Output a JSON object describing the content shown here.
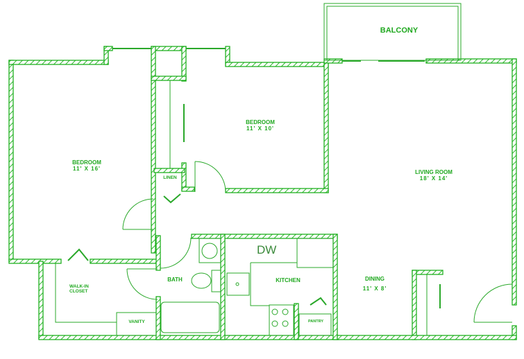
{
  "plan": {
    "wall_color": "#1fb01f",
    "text_color": "#1fa81f",
    "background": "#ffffff"
  },
  "rooms": {
    "balcony": {
      "name": "BALCONY"
    },
    "bedroom1": {
      "name": "BEDROOM",
      "dims": "11' X 16'"
    },
    "bedroom2": {
      "name": "BEDROOM",
      "dims": "11' X 10'"
    },
    "living": {
      "name": "LIVING ROOM",
      "dims": "18' X 14'"
    },
    "linen": {
      "name": "LINEN"
    },
    "walkin": {
      "name": "WALK-IN",
      "name2": "CLOSET"
    },
    "bath": {
      "name": "BATH"
    },
    "vanity": {
      "name": "VANITY"
    },
    "kitchen": {
      "name": "KITCHEN"
    },
    "dw": {
      "name": "DW"
    },
    "pantry": {
      "name": "PANTRY"
    },
    "dining": {
      "name": "DINING",
      "dims": "11' X 8'"
    }
  }
}
